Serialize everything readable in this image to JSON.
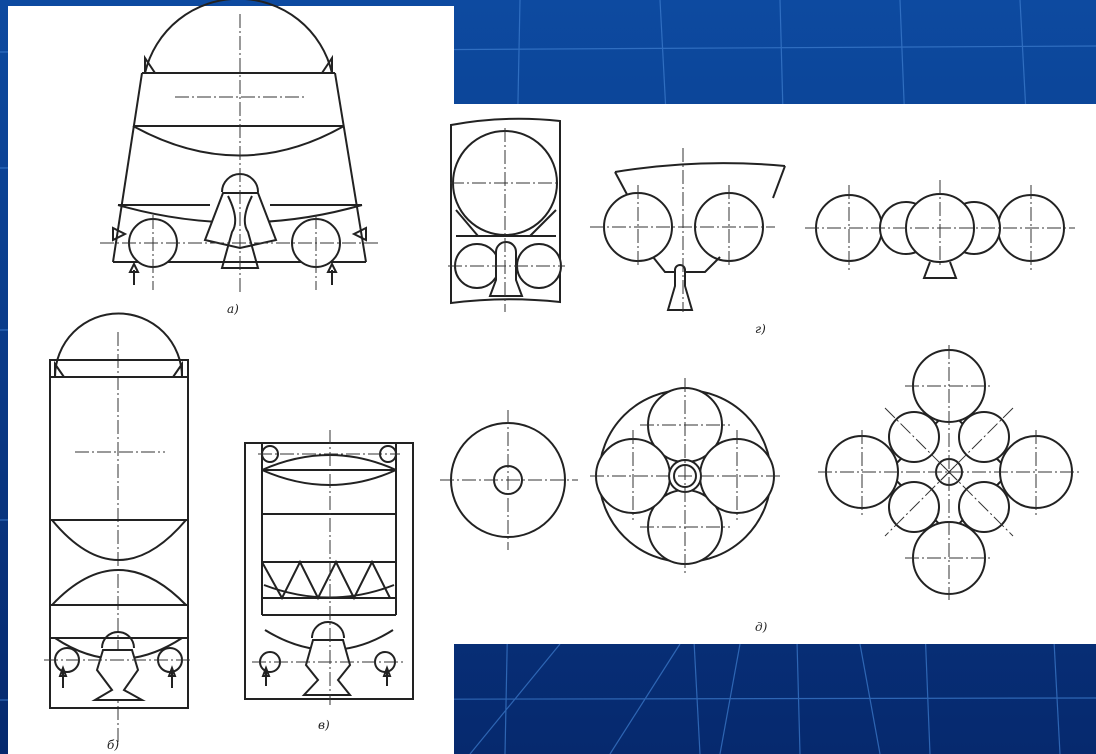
{
  "colors": {
    "slide_background": "#0a3a8c",
    "grid_lines": "#3f7fd0",
    "drawing_panel": "#ffffff",
    "line_art": "#222222"
  },
  "captions": {
    "a": "а)",
    "b": "б)",
    "v": "в)",
    "g": "г)",
    "d": "д)"
  }
}
